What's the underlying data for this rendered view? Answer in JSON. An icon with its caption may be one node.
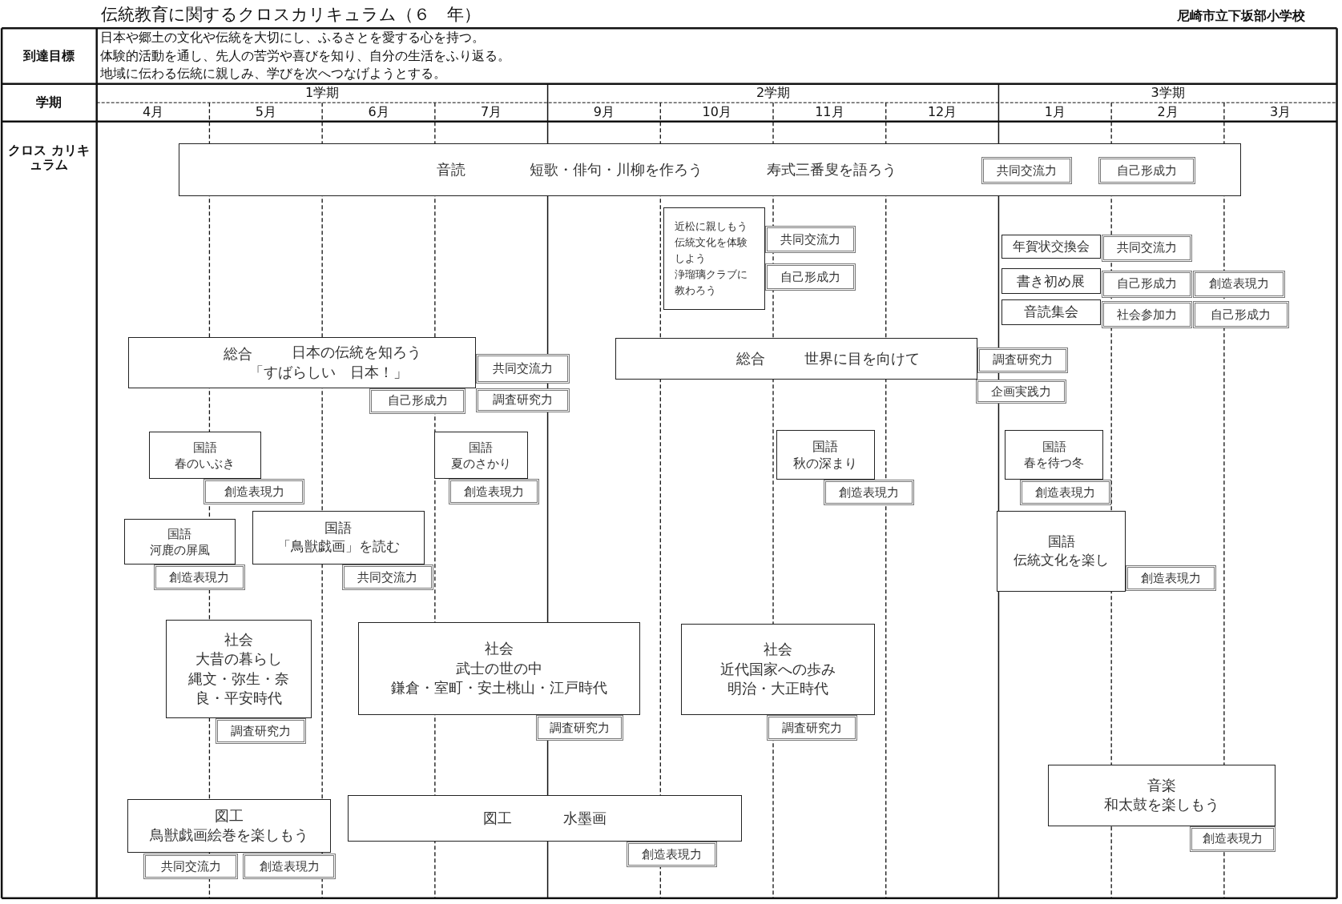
{
  "diagram": {
    "title": "伝統教育に関するクロスカリキュラム（６　年）",
    "nodes": [
      {
        "text": [
          "音読",
          "短歌・俳句・川柳を作ろう",
          "寿式三番叟を語ろう"
        ]
      },
      {
        "text": [
          "共同交流力"
        ],
        "in": 0
      },
      {
        "text": [
          "自己形成力"
        ],
        "in": 0
      },
      {
        "text": [
          "近松に親しもう",
          "伝統文化を体験しよう",
          "浄瑠璃クラブに教わろう"
        ]
      },
      {
        "text": [
          "共同交流力"
        ]
      },
      {
        "text": [
          "自己形成力"
        ]
      },
      {
        "text": [
          "年賀状交換会"
        ]
      },
      {
        "text": [
          "共同交流力"
        ]
      },
      {
        "text": [
          "書き初め展"
        ]
      },
      {
        "text": [
          "自己形成力"
        ]
      },
      {
        "text": [
          "創造表現力"
        ]
      },
      {
        "text": [
          "音読集会"
        ]
      },
      {
        "text": [
          "社会参加力"
        ]
      },
      {
        "text": [
          "自己形成力"
        ]
      },
      {
        "text": [
          "総合",
          "日本の伝統を知ろう",
          "「すばらしい　日本！」"
        ]
      },
      {
        "text": [
          "共同交流力"
        ]
      },
      {
        "text": [
          "自己形成力"
        ]
      },
      {
        "text": [
          "調査研究力"
        ]
      },
      {
        "text": [
          "総合",
          "世界に目を向けて"
        ]
      },
      {
        "text": [
          "調査研究力"
        ]
      },
      {
        "text": [
          "企画実践力"
        ]
      },
      {
        "text": [
          "国語",
          "春のいぶき"
        ]
      },
      {
        "text": [
          "創造表現力"
        ]
      },
      {
        "text": [
          "国語",
          "夏のさかり"
        ]
      },
      {
        "text": [
          "創造表現力"
        ]
      },
      {
        "text": [
          "国語",
          "秋の深まり"
        ]
      },
      {
        "text": [
          "創造表現力"
        ]
      },
      {
        "text": [
          "国語",
          "春を待つ冬"
        ]
      },
      {
        "text": [
          "創造表現力"
        ]
      },
      {
        "text": [
          "国語",
          "河鹿の屏風"
        ]
      },
      {
        "text": [
          "創造表現力"
        ]
      },
      {
        "text": [
          "国語",
          "「鳥獣戯画」を読む"
        ]
      },
      {
        "text": [
          "共同交流力"
        ]
      },
      {
        "text": [
          "国語",
          "伝統文化を楽し"
        ]
      },
      {
        "text": [
          "創造表現力"
        ]
      },
      {
        "text": [
          "社会",
          "大昔の暮らし",
          "縄文・弥生・奈良・平安時代"
        ]
      },
      {
        "text": [
          "調査研究力"
        ]
      },
      {
        "text": [
          "社会",
          "武士の世の中",
          "鎌倉・室町・安土桃山・江戸時代"
        ]
      },
      {
        "text": [
          "調査研究力"
        ]
      },
      {
        "text": [
          "社会",
          "近代国家への歩み",
          "明治・大正時代"
        ]
      },
      {
        "text": [
          "調査研究力"
        ]
      },
      {
        "text": [
          "音楽",
          "和太鼓を楽しもう"
        ]
      },
      {
        "text": [
          "創造表現力"
        ]
      },
      {
        "text": [
          "図工",
          "鳥獣戯画絵巻を楽しもう"
        ]
      },
      {
        "text": [
          "共同交流力"
        ]
      },
      {
        "text": [
          "創造表現力"
        ]
      },
      {
        "text": [
          "図工",
          "水墨画"
        ]
      },
      {
        "text": [
          "創造表現力"
        ]
      }
    ],
    "labels": [
      "尼崎市立下坂部小学校",
      "到達目標",
      "日本や郷土の文化や伝統を大切にし、ふるさとを愛する心を持つ。",
      "体験的活動を通し、先人の苦労や喜びを知り、自分の生活をふり返る。",
      "地域に伝わる伝統に親しみ、学びを次へつなげようとする。",
      "学期",
      "1学期",
      "2学期",
      "3学期",
      "4月",
      "5月",
      "6月",
      "7月",
      "9月",
      "10月",
      "11月",
      "12月",
      "1月",
      "2月",
      "3月",
      "クロス カリキュラム"
    ]
  }
}
